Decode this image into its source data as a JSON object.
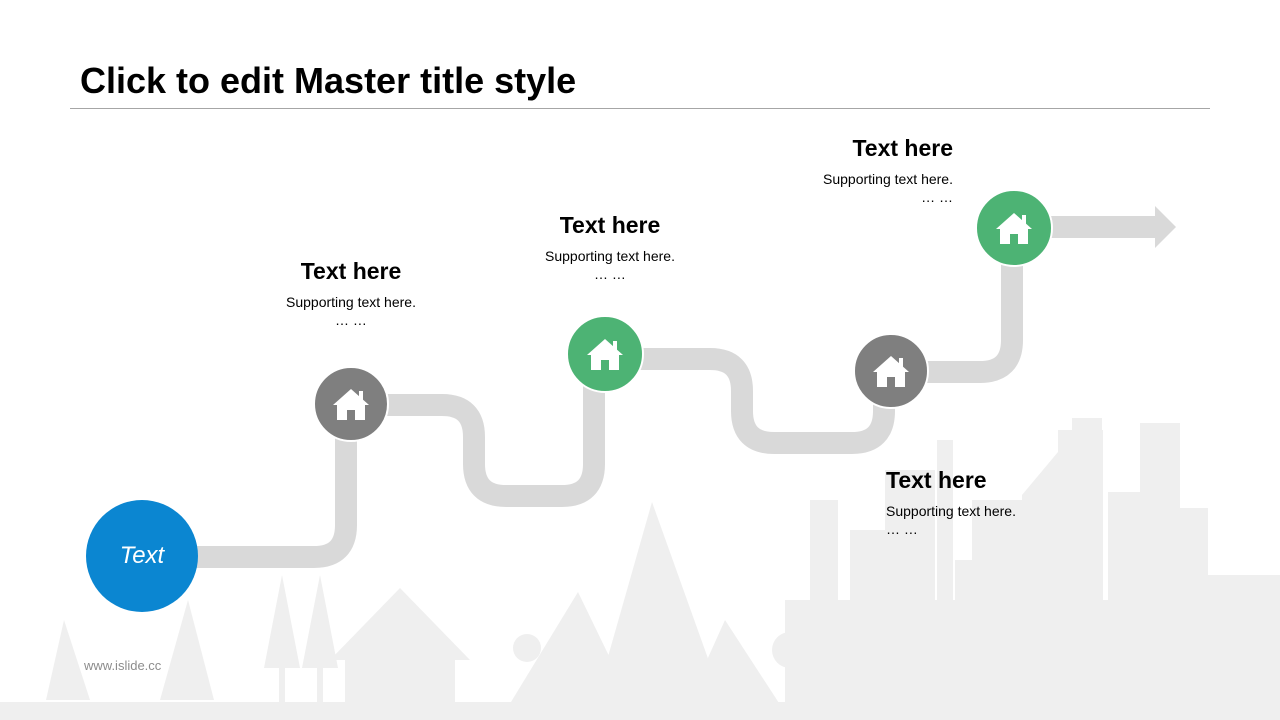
{
  "slide": {
    "title": "Click to edit Master title style",
    "footer_url": "www.islide.cc"
  },
  "start_node": {
    "label": "Text",
    "color": "#0b86d1"
  },
  "milestones": [
    {
      "heading": "Text here",
      "supporting": "Supporting text here.",
      "ellipsis": "… …",
      "color": "#7f7f7f",
      "icon": "home-icon"
    },
    {
      "heading": "Text here",
      "supporting": "Supporting text here.",
      "ellipsis": "… …",
      "color": "#4db374",
      "icon": "home-icon"
    },
    {
      "heading": "Text here",
      "supporting": "Supporting text here.",
      "ellipsis": "… …",
      "color": "#7f7f7f",
      "icon": "home-icon"
    },
    {
      "heading": "Text here",
      "supporting": "Supporting text here.",
      "ellipsis": "… …",
      "color": "#4db374",
      "icon": "home-icon"
    }
  ],
  "path_color": "#d9d9d9",
  "skyline_color": "#efefef"
}
